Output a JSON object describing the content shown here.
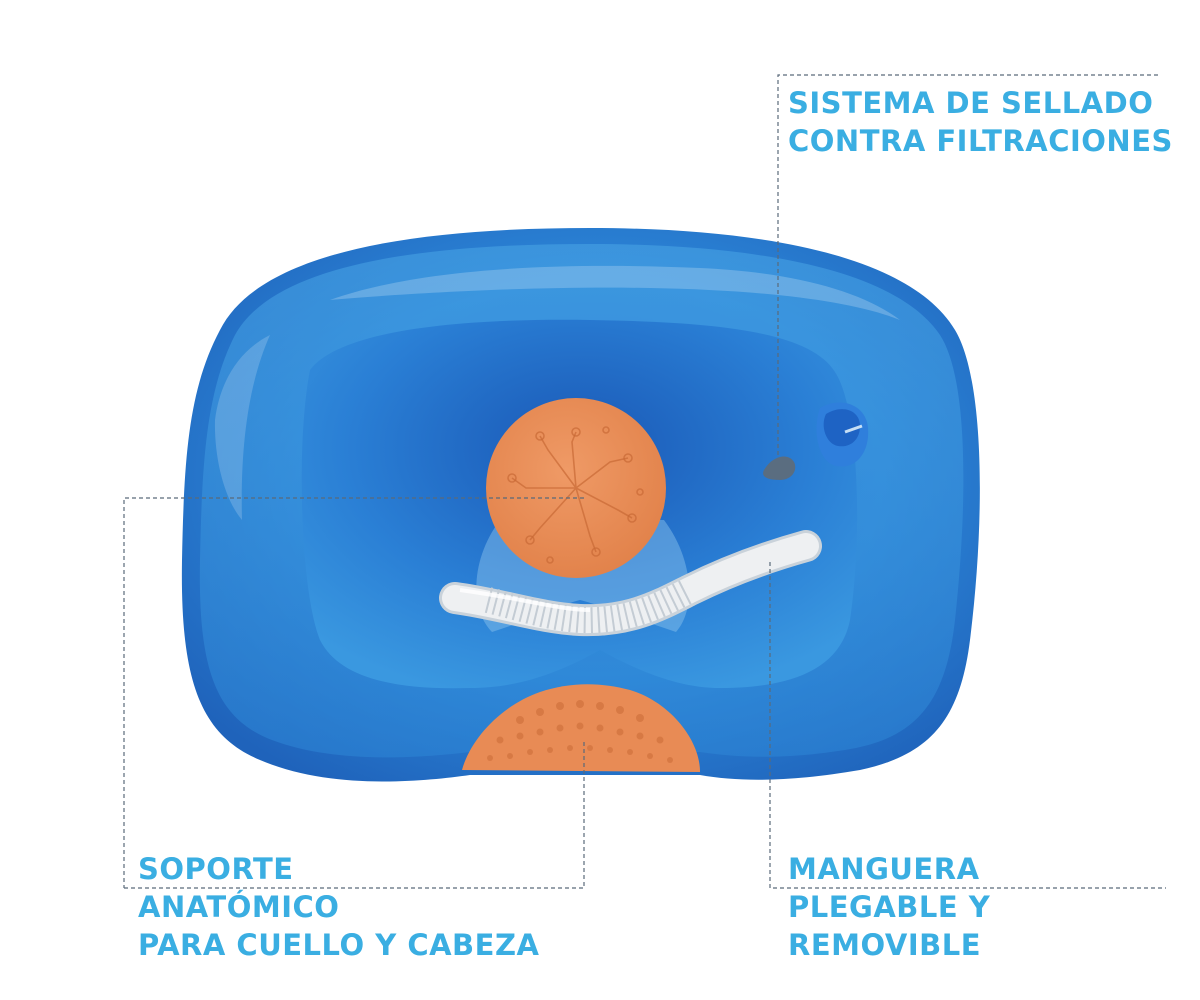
{
  "labels": {
    "sealing": {
      "line1": "SISTEMA DE SELLADO",
      "line2": "CONTRA FILTRACIONES"
    },
    "support": {
      "line1": "SOPORTE",
      "line2": "ANATÓMICO",
      "line3": "PARA CUELLO Y CABEZA"
    },
    "hose": {
      "line1": "MANGUERA",
      "line2": "PLEGABLE Y",
      "line3": "REMOVIBLE"
    }
  },
  "colors": {
    "label_text": "#3aaee2",
    "basin_blue": "#2f86d6",
    "basin_dark": "#1b5fb8",
    "pad_orange": "#e88b55",
    "hose_white": "#eef0f2",
    "leader_line": "#5a6a7a"
  }
}
